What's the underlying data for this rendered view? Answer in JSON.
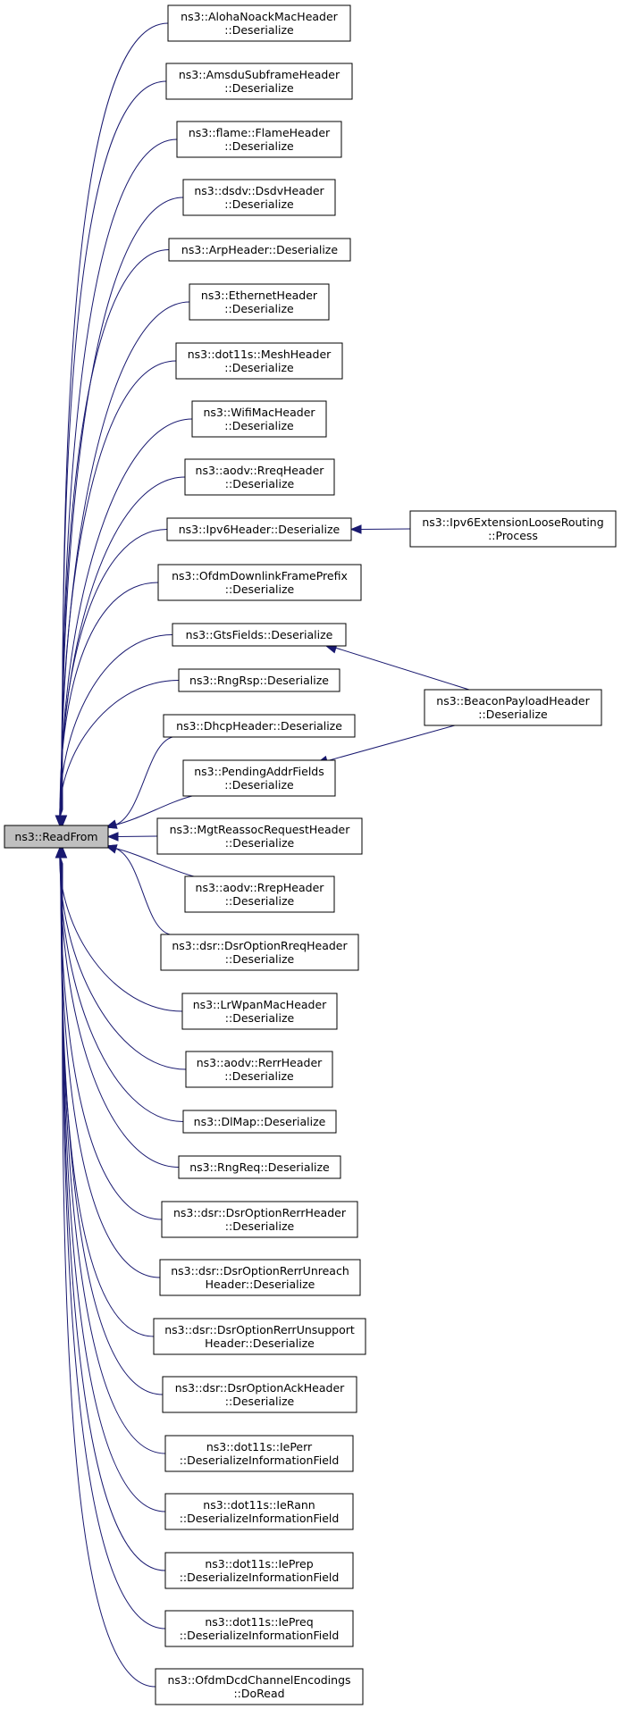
{
  "root": {
    "id": "readfrom",
    "lines": [
      "ns3::ReadFrom"
    ]
  },
  "callers": [
    {
      "id": "aloha",
      "lines": [
        "ns3::AlohaNoackMacHeader",
        "::Deserialize"
      ]
    },
    {
      "id": "amsdu",
      "lines": [
        "ns3::AmsduSubframeHeader",
        "::Deserialize"
      ]
    },
    {
      "id": "flame",
      "lines": [
        "ns3::flame::FlameHeader",
        "::Deserialize"
      ]
    },
    {
      "id": "dsdv",
      "lines": [
        "ns3::dsdv::DsdvHeader",
        "::Deserialize"
      ]
    },
    {
      "id": "arp",
      "lines": [
        "ns3::ArpHeader::Deserialize"
      ]
    },
    {
      "id": "ethernet",
      "lines": [
        "ns3::EthernetHeader",
        "::Deserialize"
      ]
    },
    {
      "id": "mesh",
      "lines": [
        "ns3::dot11s::MeshHeader",
        "::Deserialize"
      ]
    },
    {
      "id": "wifimac",
      "lines": [
        "ns3::WifiMacHeader",
        "::Deserialize"
      ]
    },
    {
      "id": "rreq",
      "lines": [
        "ns3::aodv::RreqHeader",
        "::Deserialize"
      ]
    },
    {
      "id": "ipv6",
      "lines": [
        "ns3::Ipv6Header::Deserialize"
      ]
    },
    {
      "id": "ofdmdl",
      "lines": [
        "ns3::OfdmDownlinkFramePrefix",
        "::Deserialize"
      ]
    },
    {
      "id": "gts",
      "lines": [
        "ns3::GtsFields::Deserialize"
      ]
    },
    {
      "id": "rngrsp",
      "lines": [
        "ns3::RngRsp::Deserialize"
      ]
    },
    {
      "id": "dhcp",
      "lines": [
        "ns3::DhcpHeader::Deserialize"
      ]
    },
    {
      "id": "pending",
      "lines": [
        "ns3::PendingAddrFields",
        "::Deserialize"
      ]
    },
    {
      "id": "mgtreassoc",
      "lines": [
        "ns3::MgtReassocRequestHeader",
        "::Deserialize"
      ]
    },
    {
      "id": "rrep",
      "lines": [
        "ns3::aodv::RrepHeader",
        "::Deserialize"
      ]
    },
    {
      "id": "dsrrreq",
      "lines": [
        "ns3::dsr::DsrOptionRreqHeader",
        "::Deserialize"
      ]
    },
    {
      "id": "lrwpan",
      "lines": [
        "ns3::LrWpanMacHeader",
        "::Deserialize"
      ]
    },
    {
      "id": "rerr",
      "lines": [
        "ns3::aodv::RerrHeader",
        "::Deserialize"
      ]
    },
    {
      "id": "dlmap",
      "lines": [
        "ns3::DlMap::Deserialize"
      ]
    },
    {
      "id": "rngreq",
      "lines": [
        "ns3::RngReq::Deserialize"
      ]
    },
    {
      "id": "dsrrerr",
      "lines": [
        "ns3::dsr::DsrOptionRerrHeader",
        "::Deserialize"
      ]
    },
    {
      "id": "dsrunreach",
      "lines": [
        "ns3::dsr::DsrOptionRerrUnreach",
        "Header::Deserialize"
      ]
    },
    {
      "id": "dsrunsupport",
      "lines": [
        "ns3::dsr::DsrOptionRerrUnsupport",
        "Header::Deserialize"
      ]
    },
    {
      "id": "dsrack",
      "lines": [
        "ns3::dsr::DsrOptionAckHeader",
        "::Deserialize"
      ]
    },
    {
      "id": "ieperr",
      "lines": [
        "ns3::dot11s::IePerr",
        "::DeserializeInformationField"
      ]
    },
    {
      "id": "ierann",
      "lines": [
        "ns3::dot11s::IeRann",
        "::DeserializeInformationField"
      ]
    },
    {
      "id": "ieprep",
      "lines": [
        "ns3::dot11s::IePrep",
        "::DeserializeInformationField"
      ]
    },
    {
      "id": "iepreq",
      "lines": [
        "ns3::dot11s::IePreq",
        "::DeserializeInformationField"
      ]
    },
    {
      "id": "ofdmdcd",
      "lines": [
        "ns3::OfdmDcdChannelEncodings",
        "::DoRead"
      ]
    }
  ],
  "second_level": [
    {
      "id": "ipv6loose",
      "lines": [
        "ns3::Ipv6ExtensionLooseRouting",
        "::Process"
      ]
    },
    {
      "id": "beacon",
      "lines": [
        "ns3::BeaconPayloadHeader",
        "::Deserialize"
      ]
    }
  ],
  "edges": [
    {
      "from": "ipv6loose",
      "to": "ipv6"
    },
    {
      "from": "beacon",
      "to": "gts"
    },
    {
      "from": "beacon",
      "to": "pending"
    }
  ],
  "colors": {
    "edge": "#191970",
    "root_fill": "#bfbfbf",
    "node_border": "#000000"
  }
}
